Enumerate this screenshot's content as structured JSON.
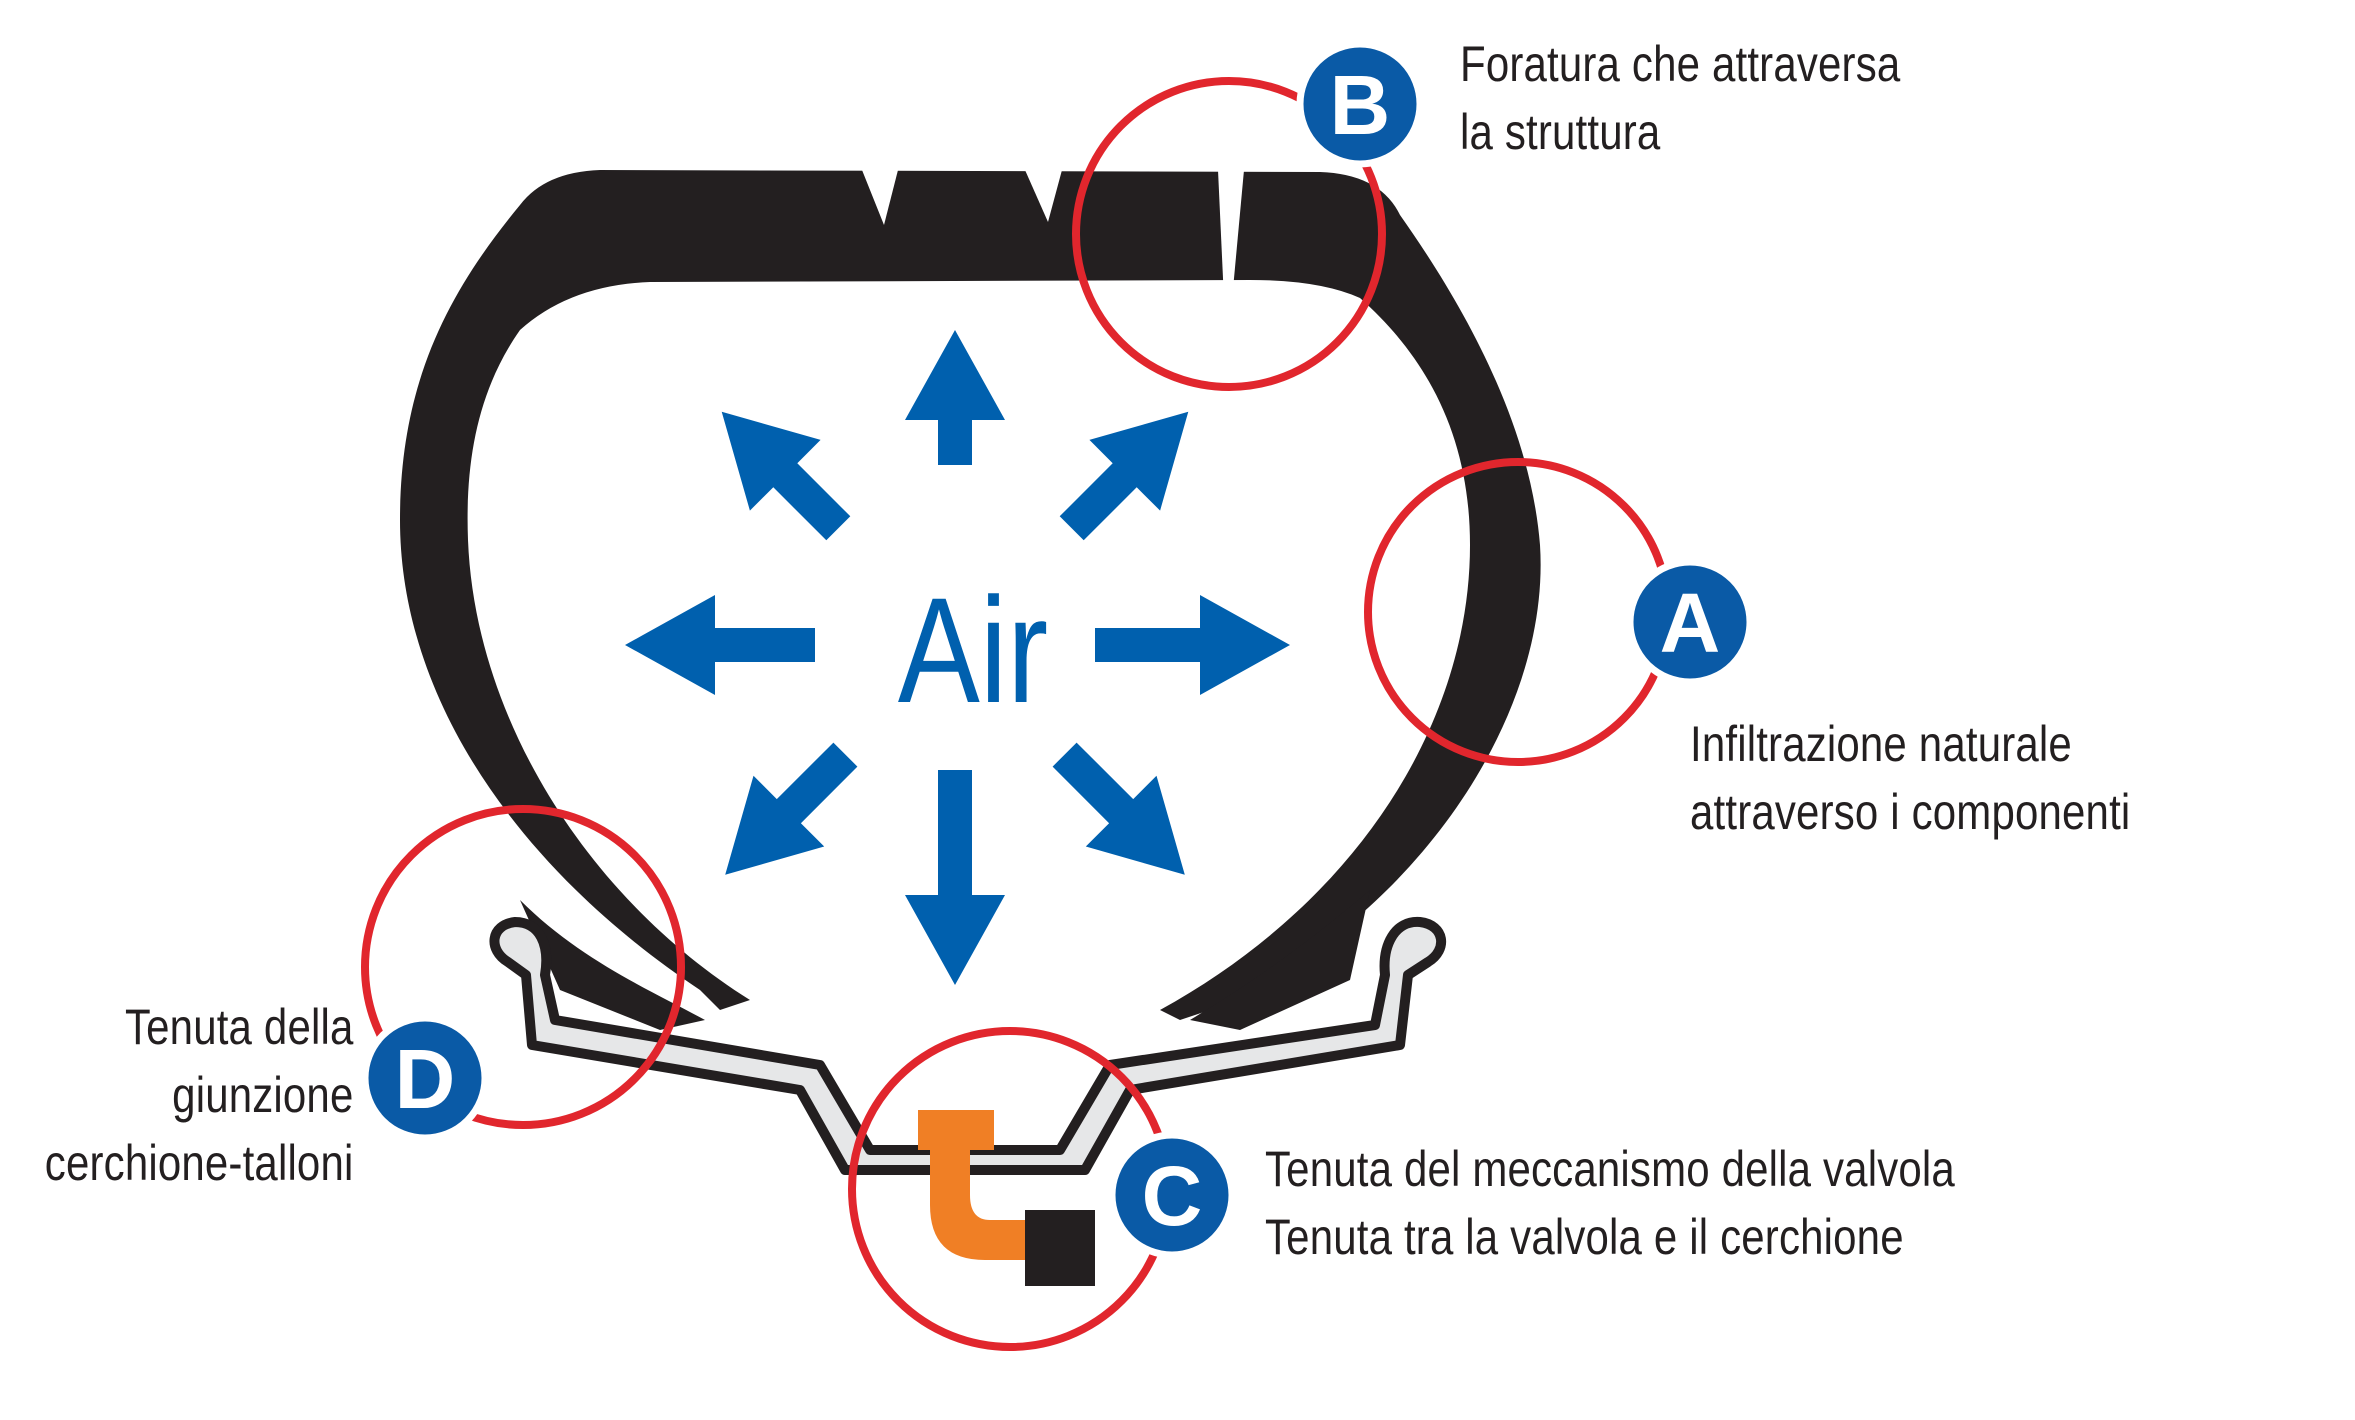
{
  "center_text": "Air",
  "markers": [
    {
      "letter": "A",
      "lines": [
        "Infiltrazione naturale",
        "attraverso i componenti"
      ]
    },
    {
      "letter": "B",
      "lines": [
        "Foratura che attraversa",
        "la struttura"
      ]
    },
    {
      "letter": "C",
      "lines": [
        "Tenuta del meccanismo della valvola",
        "Tenuta tra la valvola e il cerchione"
      ]
    },
    {
      "letter": "D",
      "lines": [
        "Tenuta della",
        "giunzione",
        "cerchione-talloni"
      ]
    }
  ],
  "colors": {
    "tire": "#231f20",
    "arrow": "#0060ae",
    "circle": "#e1262d",
    "badge": "#0a5aa6",
    "valve": "#f07f25",
    "rim_fill": "#e6e7e8"
  },
  "icons": {
    "arrows": "outward-arrow-icon",
    "badge": "letter-badge-icon"
  }
}
